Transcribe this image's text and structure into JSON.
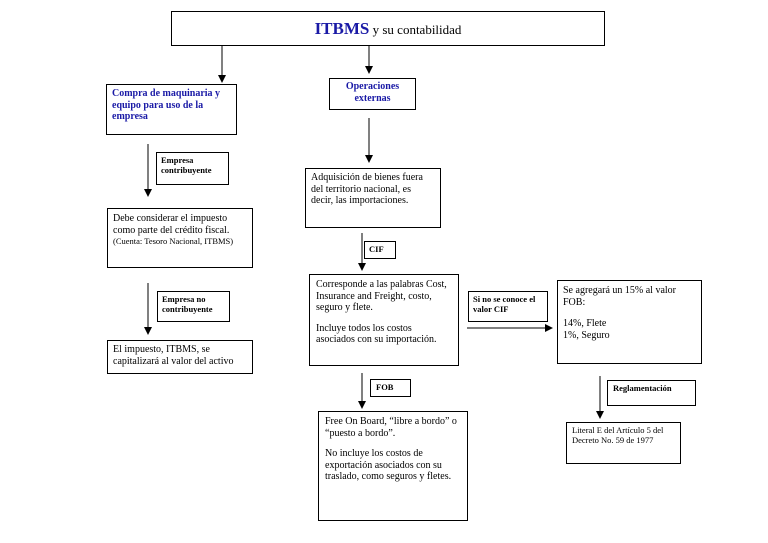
{
  "title": {
    "main": "ITBMS",
    "rest": " y su contabilidad"
  },
  "left": {
    "header": "Compra de maquinaria y equipo para uso de la empresa",
    "tag1": "Empresa contribuyente",
    "box1_line": "Debe considerar el impuesto como parte del crédito fiscal.",
    "box1_note": "(Cuenta: Tesoro Nacional, ITBMS)",
    "tag2": "Empresa no contribuyente",
    "box2": "El impuesto, ITBMS,  se capitalizará al valor del activo"
  },
  "center": {
    "header": "Operaciones externas",
    "box1": "Adquisición de bienes fuera del territorio nacional, es decir, las importaciones.",
    "tag_cif": "CIF",
    "box2_p1": "Corresponde a las palabras Cost, Insurance and Freight, costo, seguro y flete.",
    "box2_p2": "Incluye todos los costos asociados con su importación.",
    "tag_fob": "FOB",
    "box3_p1": "Free On Board, “libre a bordo” o “puesto a bordo”.",
    "box3_p2": "No incluye los costos de exportación asociados con su traslado, como seguros y fletes."
  },
  "right": {
    "tag_nocif": "Si no se conoce el valor CIF",
    "box1_p1": "Se agregará un 15% al valor FOB:",
    "box1_l1": "14%, Flete",
    "box1_l2": "1%, Seguro",
    "tag_reg": "Reglamentación",
    "box2": "Literal E del Artículo 5 del Decreto No. 59 de 1977"
  }
}
